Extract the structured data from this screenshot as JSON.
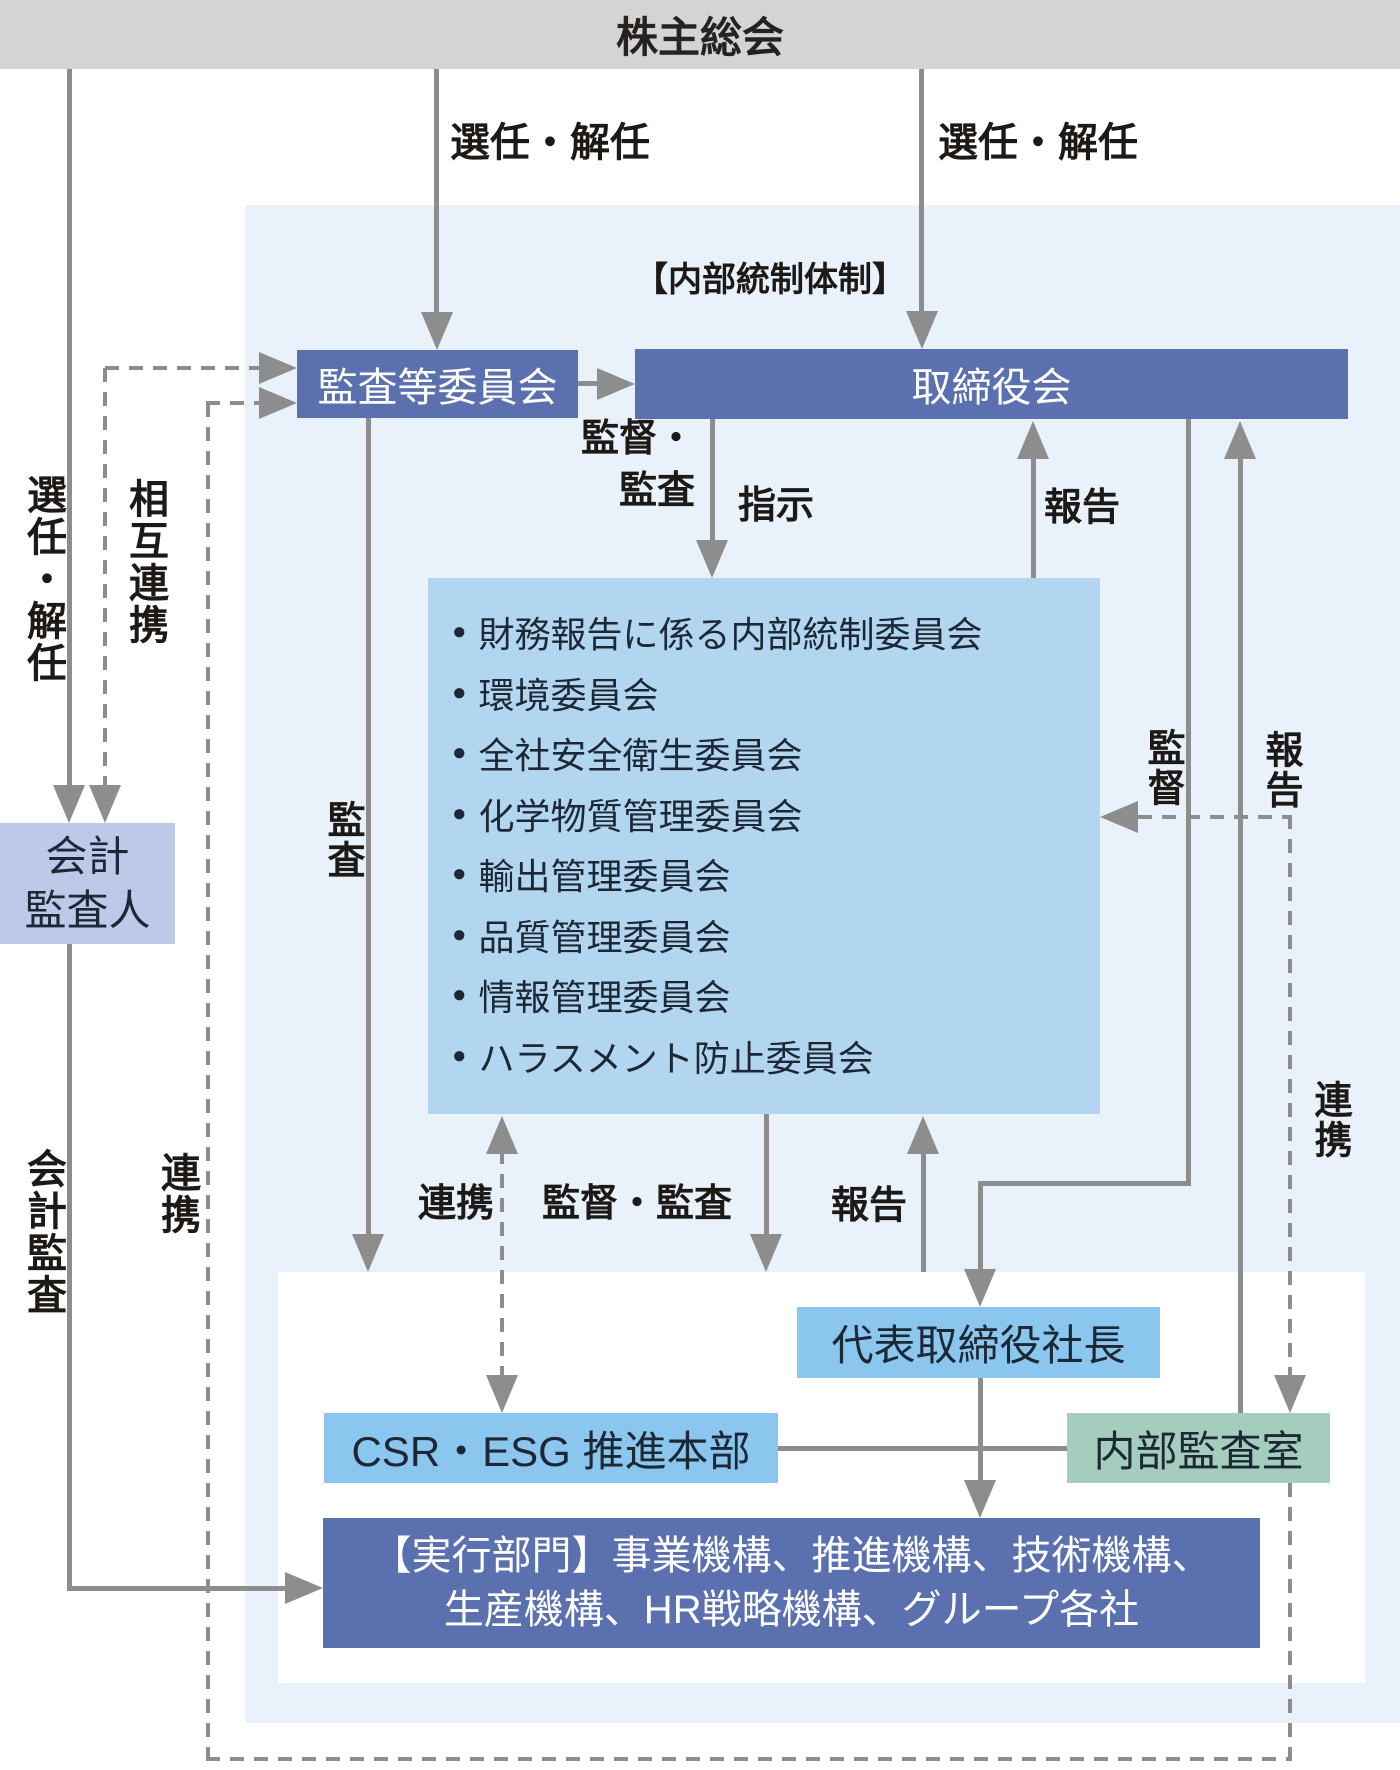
{
  "colors": {
    "panel_bg": "#e9f1fb",
    "top_bar_bg": "#d4d4d4",
    "dark_box": "#5b70ae",
    "committees_box": "#b2d6f0",
    "auditor_box": "#bec8e9",
    "sky_box": "#8bc6ee",
    "green_box": "#a4cdbd",
    "line": "#8d8d8d"
  },
  "top_bar": {
    "label": "株主総会"
  },
  "panel": {
    "title": "【内部統制体制】"
  },
  "nodes": {
    "audit_committee": {
      "label": "監査等委員会"
    },
    "board": {
      "label": "取締役会"
    },
    "accounting_auditor": {
      "line1": "会計",
      "line2": "監査人"
    },
    "president": {
      "label": "代表取締役社長"
    },
    "csr": {
      "label": "CSR・ESG 推進本部"
    },
    "internal_audit": {
      "label": "内部監査室"
    },
    "execution": {
      "line1": "【実行部門】事業機構、推進機構、技術機構、",
      "line2": "生産機構、HR戦略機構、グループ各社"
    }
  },
  "committees": {
    "items": [
      "財務報告に係る内部統制委員会",
      "環境委員会",
      "全社安全衛生委員会",
      "化学物質管理委員会",
      "輸出管理委員会",
      "品質管理委員会",
      "情報管理委員会",
      "ハラスメント防止委員会"
    ]
  },
  "labels": {
    "appoint_dismiss_left": "選任・解任",
    "appoint_dismiss_right": "選任・解任",
    "appoint_dismiss_vertical": "選任・解任",
    "mutual_cooperation_vertical": "相互連携",
    "supervise_audit_line1": "監督・",
    "supervise_audit_line2": "監査",
    "instruct": "指示",
    "report_top": "報告",
    "audit_vertical": "監査",
    "supervise_vertical": "監督",
    "report_vertical": "報告",
    "accounting_audit_vertical": "会計監査",
    "cooperation_left_vertical": "連携",
    "cooperation_mid": "連携",
    "supervise_audit_mid": "監督・監査",
    "report_mid": "報告",
    "cooperation_right_vertical": "連携"
  }
}
